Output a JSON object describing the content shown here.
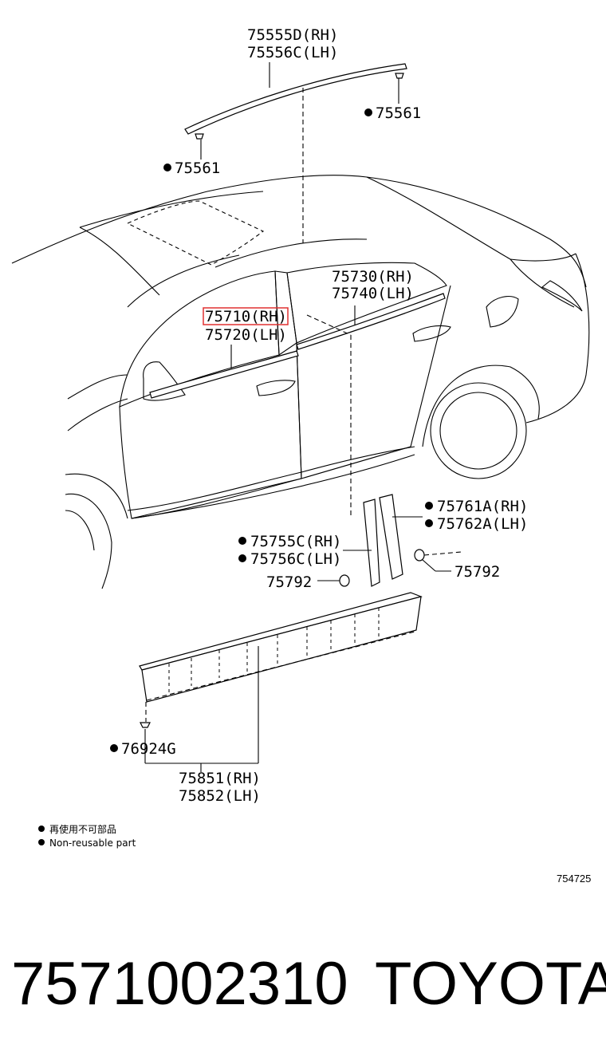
{
  "labels": {
    "roof_rh": "75555D(RH)",
    "roof_lh": "75556C(LH)",
    "clip_right": "75561",
    "clip_left": "75561",
    "rear_rh": "75730(RH)",
    "rear_lh": "75740(LH)",
    "front_rh": "75710(RH)",
    "front_lh": "75720(LH)",
    "pillar_rh": "75761A(RH)",
    "pillar_lh": "75762A(LH)",
    "center_rh": "75755C(RH)",
    "center_lh": "75756C(LH)",
    "nut_left": "75792",
    "nut_right": "75792",
    "clip_rocker": "76924G",
    "rocker_rh": "75851(RH)",
    "rocker_lh": "75852(LH)"
  },
  "legend": {
    "line_jp": "再使用不可部品",
    "line_en": "Non-reusable part"
  },
  "figure_number": "754725",
  "footer": {
    "part_number": "7571002310",
    "brand": "TOYOTA"
  },
  "colors": {
    "highlight": "#e03030"
  }
}
